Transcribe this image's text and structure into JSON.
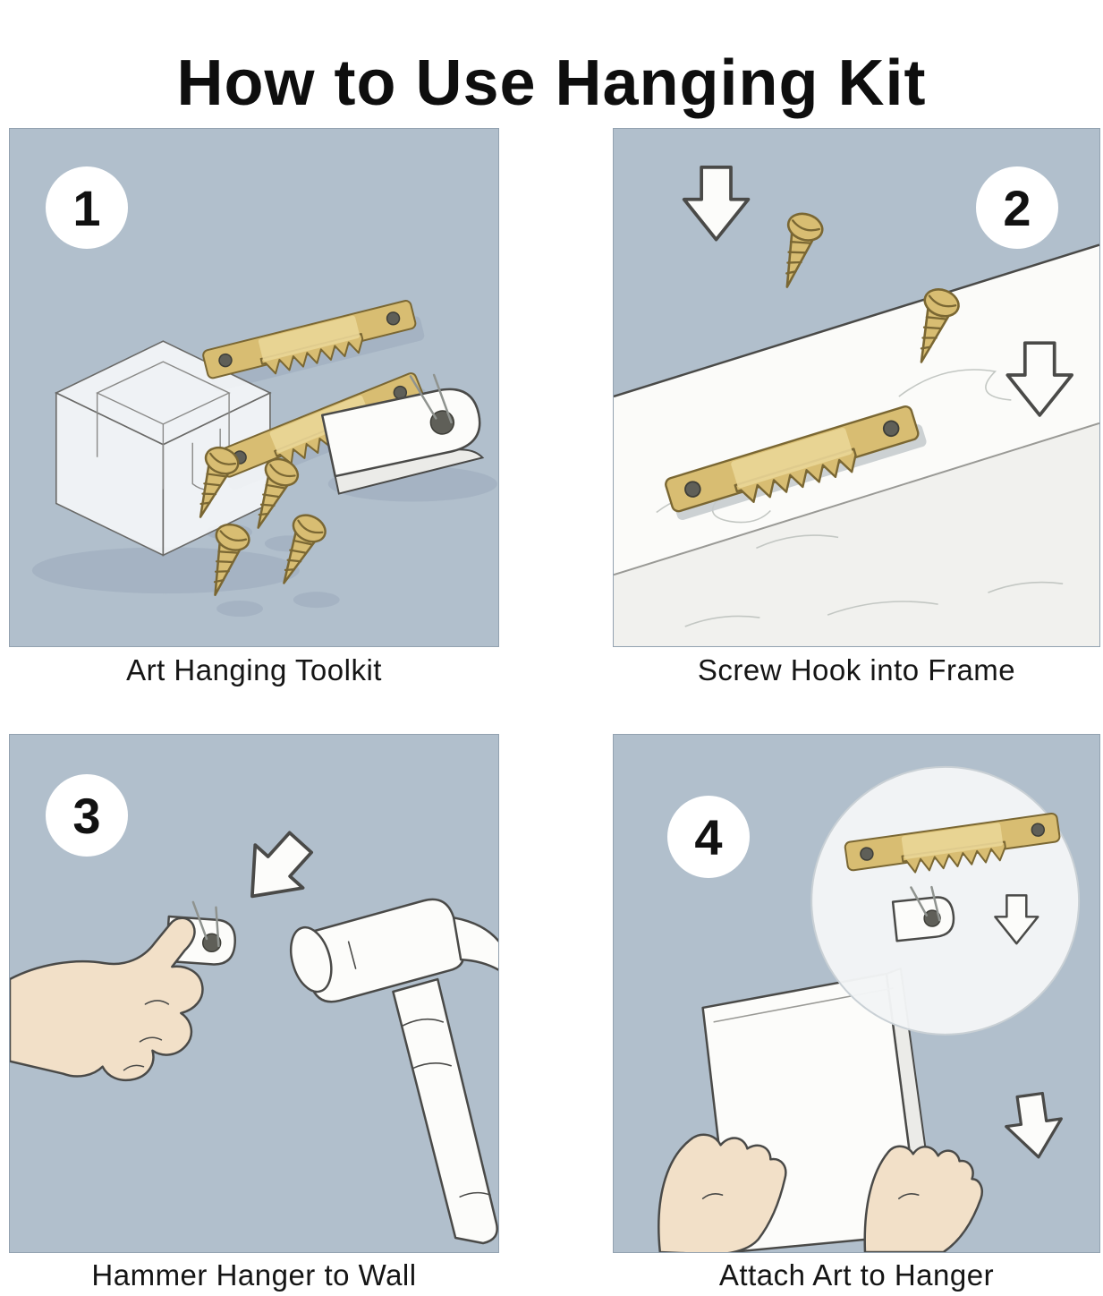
{
  "title": "How to Use Hanging Kit",
  "panels": [
    {
      "number": "1",
      "caption": "Art Hanging Toolkit"
    },
    {
      "number": "2",
      "caption": "Screw Hook into Frame"
    },
    {
      "number": "3",
      "caption": "Hammer Hanger to Wall"
    },
    {
      "number": "4",
      "caption": "Attach Art to Hanger"
    }
  ],
  "illustrations": {
    "panel1": [
      "storage-box-icon",
      "sawtooth-hanger-icon",
      "screw-icon",
      "wall-hook-icon"
    ],
    "panel2": [
      "frame-board-icon",
      "sawtooth-hanger-icon",
      "screw-icon",
      "down-arrow-icon"
    ],
    "panel3": [
      "down-left-arrow-icon",
      "hammer-icon",
      "hanger-icon",
      "hand-icon"
    ],
    "panel4": [
      "artwork-frame-icon",
      "magnifier-circle",
      "sawtooth-hanger-icon",
      "hanger-icon",
      "down-arrow-icon",
      "hand-icon"
    ]
  },
  "colors": {
    "panel_bg": "#b1bfcc",
    "brass": "#d8bd72",
    "shadow": "#9cacbc",
    "skin": "#f2e0c8",
    "title_text": "#0e0e0e",
    "caption_text": "#151515"
  }
}
